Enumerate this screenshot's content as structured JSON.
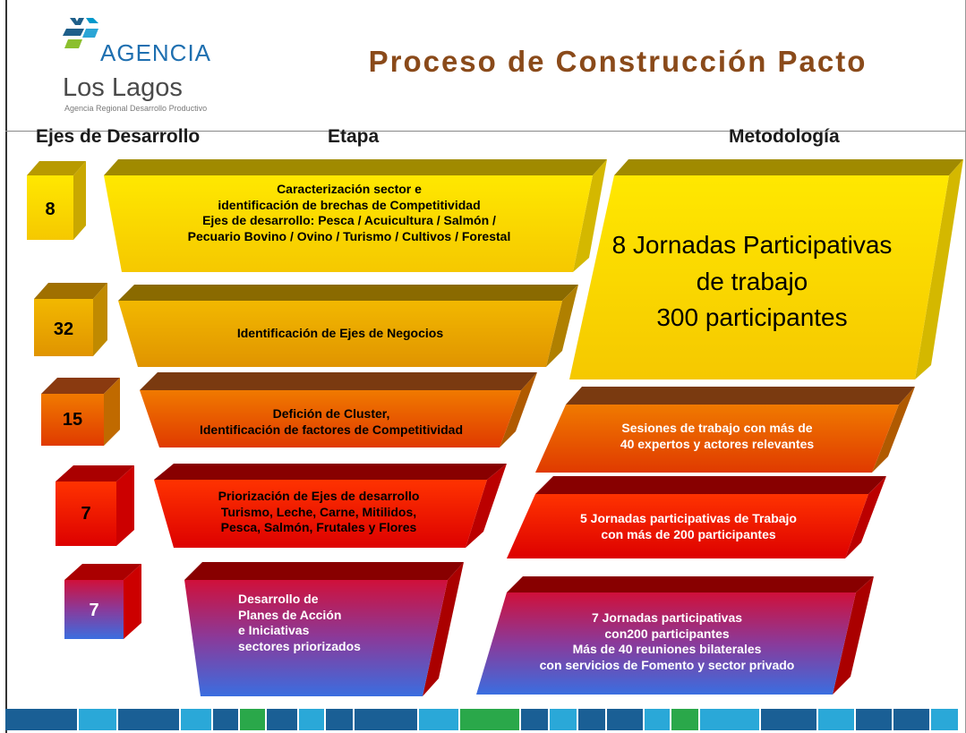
{
  "header": {
    "logo_brand": "AGENCIA",
    "logo_name": "Los Lagos",
    "logo_subtitle": "Agencia Regional Desarrollo Productivo",
    "title": "Proceso de Construcción Pacto"
  },
  "columns": {
    "ejes": "Ejes de Desarrollo",
    "etapa": "Etapa",
    "metodologia": "Metodología"
  },
  "rows": [
    {
      "eje": "8",
      "etapa": [
        "Caracterización sector e",
        "identificación de brechas de Competitividad",
        "Ejes de desarrollo: Pesca / Acuicultura / Salmón /",
        "Pecuario Bovino / Ovino / Turismo / Cultivos / Forestal"
      ]
    },
    {
      "eje": "32",
      "etapa": [
        "Identificación de Ejes de Negocios"
      ]
    },
    {
      "eje": "15",
      "etapa": [
        "Defición de Cluster,",
        "Identificación de factores de Competitividad"
      ]
    },
    {
      "eje": "7",
      "etapa": [
        "Priorización de Ejes de desarrollo",
        "Turismo, Leche, Carne, Mitilidos,",
        "Pesca, Salmón, Frutales y Flores"
      ]
    },
    {
      "eje": "7",
      "etapa": [
        "Desarrollo de",
        "Planes de Acción",
        "e Iniciativas",
        "sectores priorizados"
      ]
    }
  ],
  "metodologia": [
    [
      "8 Jornadas Participativas",
      "de trabajo",
      "300 participantes"
    ],
    [
      "Sesiones de trabajo con más de",
      "40 expertos y actores relevantes"
    ],
    [
      "5 Jornadas participativas de Trabajo",
      "con más de 200 participantes"
    ],
    [
      "7 Jornadas participativas",
      "con200 participantes",
      "Más de 40 reuniones bilaterales",
      "con servicios de Fomento y sector privado"
    ]
  ],
  "colors": {
    "title": "#8a4a1a",
    "yellow": "#ffe600",
    "gold": "#e8a800",
    "orange": "#e84a00",
    "red": "#e00000",
    "blue": "#4466dd",
    "crimson": "#cc0033"
  },
  "icons": [
    "agencia-logo-icon"
  ]
}
